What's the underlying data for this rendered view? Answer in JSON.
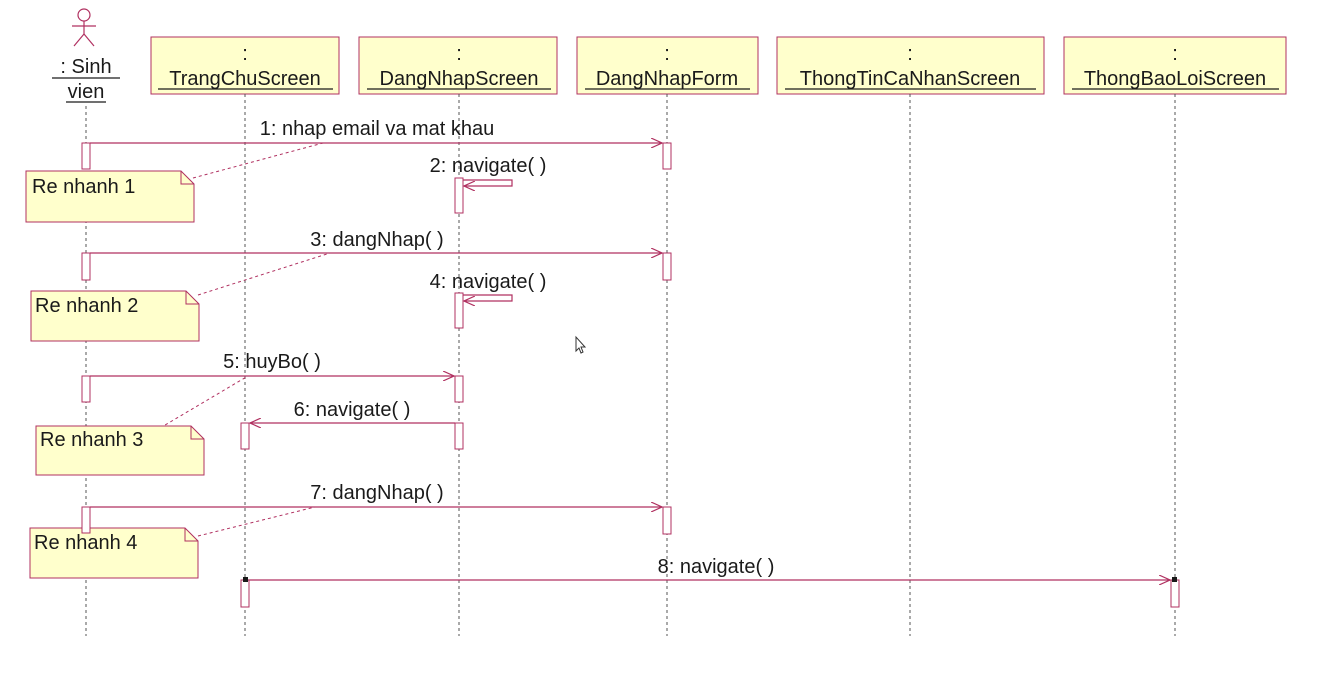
{
  "colors": {
    "message": "#b03060",
    "lifeline": "#555555",
    "box_fill": "#ffffcc",
    "box_border": "#b03060",
    "note_fill": "#ffffcc",
    "text": "#1a1a1a"
  },
  "actor": {
    "name_line1": ": Sinh",
    "name_line2": "vien",
    "icon": "stick-figure-icon"
  },
  "objects": [
    {
      "prefix": ":",
      "name": "TrangChuScreen"
    },
    {
      "prefix": ":",
      "name": "DangNhapScreen"
    },
    {
      "prefix": ":",
      "name": "DangNhapForm"
    },
    {
      "prefix": ":",
      "name": "ThongTinCaNhanScreen"
    },
    {
      "prefix": ":",
      "name": "ThongBaoLoiScreen"
    }
  ],
  "messages": [
    {
      "label": "1: nhap email va mat khau",
      "from": "actor",
      "to": "DangNhapForm"
    },
    {
      "label": "2: navigate( )",
      "from": "DangNhapScreen",
      "to": "DangNhapScreen"
    },
    {
      "label": "3: dangNhap( )",
      "from": "actor",
      "to": "DangNhapForm"
    },
    {
      "label": "4: navigate( )",
      "from": "DangNhapScreen",
      "to": "DangNhapScreen"
    },
    {
      "label": "5: huyBo( )",
      "from": "actor",
      "to": "DangNhapScreen"
    },
    {
      "label": "6: navigate( )",
      "from": "DangNhapScreen",
      "to": "TrangChuScreen"
    },
    {
      "label": "7: dangNhap( )",
      "from": "actor",
      "to": "DangNhapForm"
    },
    {
      "label": "8: navigate( )",
      "from": "TrangChuScreen",
      "to": "ThongBaoLoiScreen"
    }
  ],
  "notes": [
    {
      "text": "Re nhanh 1"
    },
    {
      "text": "Re nhanh 2"
    },
    {
      "text": "Re nhanh 3"
    },
    {
      "text": "Re nhanh 4"
    }
  ]
}
